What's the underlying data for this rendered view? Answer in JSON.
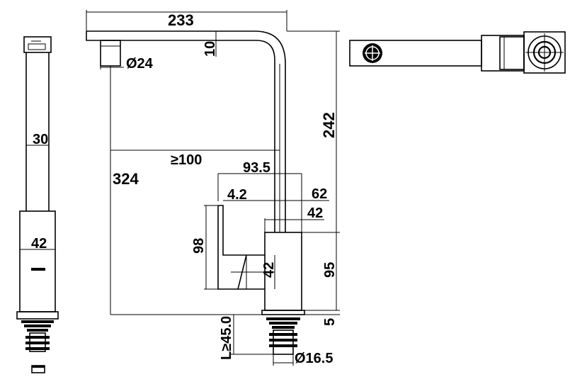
{
  "dimensions": {
    "spout_reach": "233",
    "spout_thickness": "10",
    "outlet_diameter": "Ø24",
    "height_total": "242",
    "clearance": "≥100",
    "overall_height": "324",
    "body_offset": "93.5",
    "lever_offset": "4.2",
    "body_width_62": "62",
    "body_width_42": "42",
    "lever_height": "98",
    "lever_depth": "42",
    "body_height": "95",
    "base_thickness": "5",
    "shank_length": "L≥45.0",
    "shank_diameter": "Ø16.5",
    "side_width_30": "30",
    "side_width_42": "42"
  }
}
